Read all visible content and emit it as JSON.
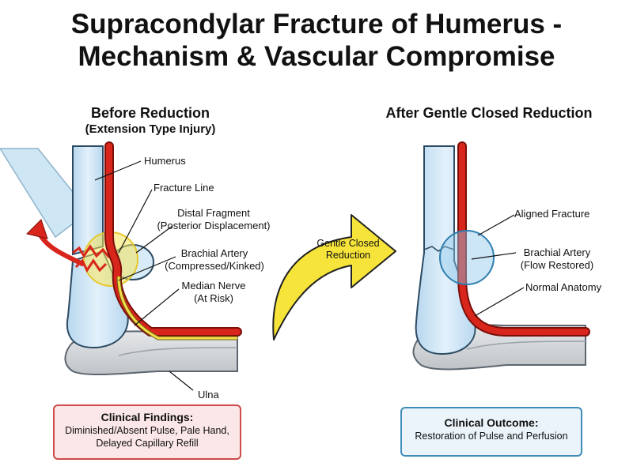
{
  "title": {
    "line1": "Supracondylar Fracture of Humerus -",
    "line2": "Mechanism & Vascular Compromise"
  },
  "before": {
    "heading": "Before Reduction",
    "subheading": "(Extension Type Injury)",
    "labels": {
      "humerus": "Humerus",
      "fracture_line": "Fracture Line",
      "distal_fragment_1": "Distal Fragment",
      "distal_fragment_2": "(Posterior Displacement)",
      "brachial_artery_1": "Brachial Artery",
      "brachial_artery_2": "(Compressed/Kinked)",
      "median_nerve_1": "Median Nerve",
      "median_nerve_2": "(At Risk)",
      "ulna": "Ulna"
    },
    "findings": {
      "title": "Clinical Findings:",
      "line1": "Diminished/Absent Pulse, Pale Hand,",
      "line2": "Delayed Capillary Refill"
    }
  },
  "reduction_arrow": {
    "line1": "Gentle Closed",
    "line2": "Reduction"
  },
  "after": {
    "heading": "After Gentle Closed Reduction",
    "labels": {
      "aligned_fracture": "Aligned Fracture",
      "brachial_artery_1": "Brachial Artery",
      "brachial_artery_2": "(Flow Restored)",
      "normal_anatomy": "Normal Anatomy"
    },
    "outcome": {
      "title": "Clinical Outcome:",
      "line1": "Restoration of Pulse and Perfusion"
    }
  },
  "colors": {
    "bone": "#cfe6f5",
    "bone_outline": "#2c4b63",
    "artery": "#d9261c",
    "nerve": "#f4e04a",
    "compression_zone": "#f6e35a",
    "aligned_zone": "#8ec7ea",
    "reduction_arrow": "#f7e43a",
    "displacement_arrow": "#d9261c",
    "findings_border": "#cf4a4a",
    "outcome_border": "#3f8db8"
  }
}
